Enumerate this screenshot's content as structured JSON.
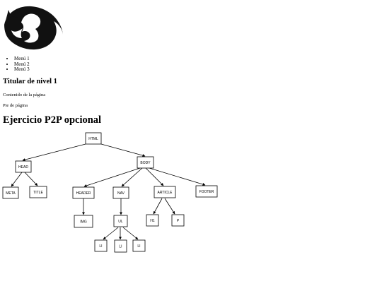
{
  "menu": {
    "items": [
      {
        "label": "Menú 1"
      },
      {
        "label": "Menú 2"
      },
      {
        "label": "Menú 3"
      }
    ]
  },
  "heading_level1": "Titular de nivel 1",
  "content_text": "Contenido de la página",
  "footer_text": "Pie de página",
  "exercise_title": "Ejercicio P2P opcional",
  "tree": {
    "nodes": {
      "html": "HTML",
      "head": "HEAD",
      "body": "BODY",
      "meta": "META",
      "title": "TITLE",
      "header": "HEADER",
      "nav": "NAV",
      "article": "ARTICLE",
      "footer": "FOOTER",
      "img": "IMG",
      "ul": "UL",
      "h1": "H1",
      "p": "P",
      "li1": "LI",
      "li2": "LI",
      "li3": "LI"
    }
  }
}
